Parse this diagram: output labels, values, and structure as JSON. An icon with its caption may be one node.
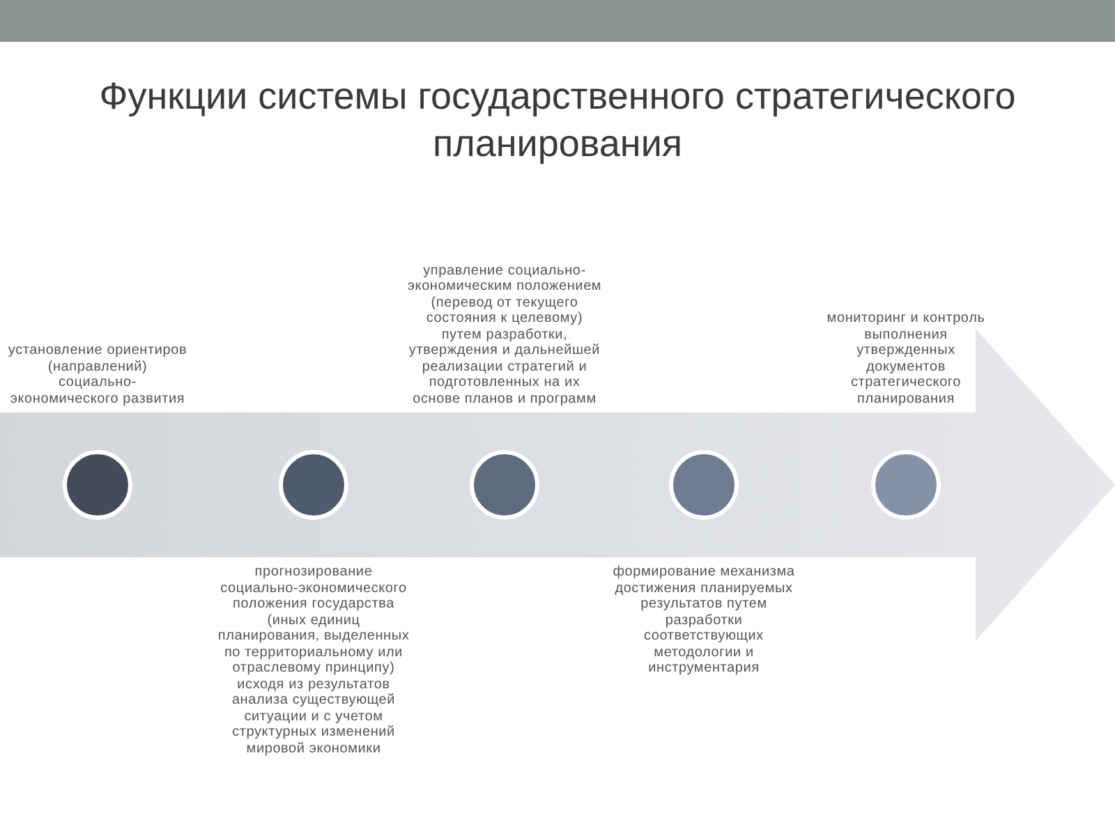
{
  "diagram": {
    "title": "Функции системы государственного стратегического планирования",
    "nodes": [
      {
        "text": [],
        "shape": "circle",
        "beside": [
          "установление ориентиров (направлений) социально-экономического развития"
        ]
      },
      {
        "text": [],
        "shape": "circle",
        "beside": [
          "прогнозирование социально-экономического положения государства (иных единиц планирования, выделенных по территориальному или отраслевому принципу) исходя из результатов анализа существующей ситуации и с учетом структурных изменений мировой экономики"
        ]
      },
      {
        "text": [],
        "shape": "circle",
        "beside": [
          "управление социально-экономическим положением (перевод от текущего состояния к целевому) путем разработки, утверждения и дальнейшей реализации стратегий и подготовленных на их основе планов и программ"
        ]
      },
      {
        "text": [],
        "shape": "circle",
        "beside": [
          "формирование механизма достижения планируемых результатов путем разработки соответствующих методологии и инструментария"
        ]
      },
      {
        "text": [],
        "shape": "circle",
        "beside": [
          "мониторинг и контроль выполнения утвержденных документов стратегического планирования"
        ]
      }
    ],
    "edges": []
  }
}
